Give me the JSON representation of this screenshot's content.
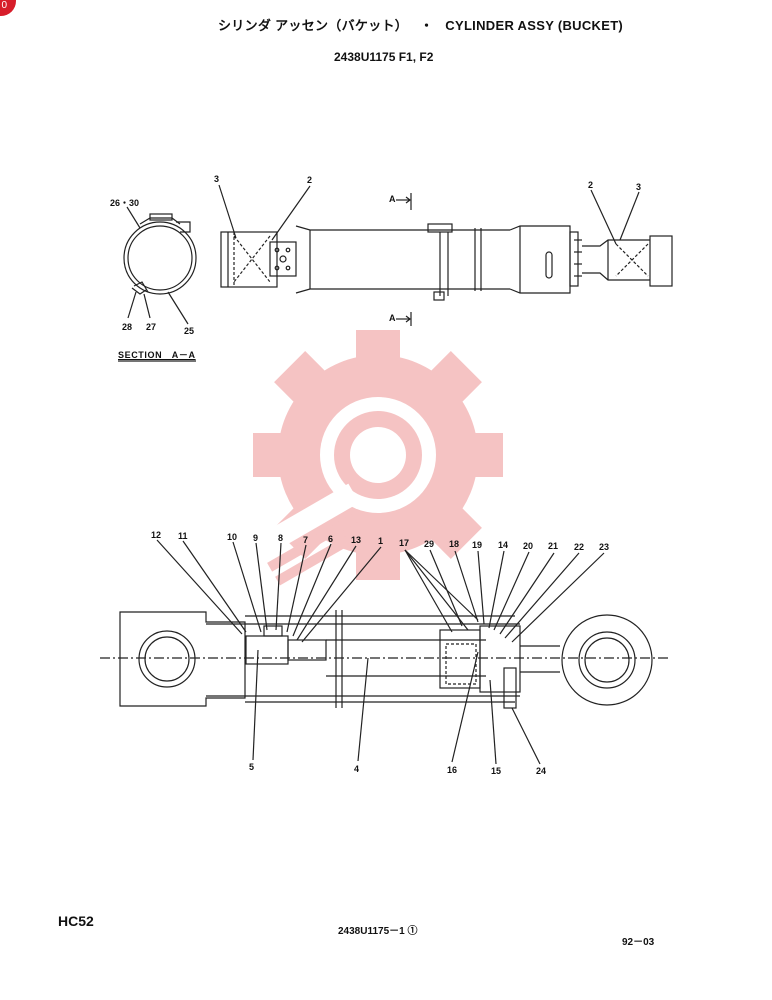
{
  "header": {
    "title_jp": "シリンダ アッセン（バケット）",
    "title_sep": "・",
    "title_en": "CYLINDER ASSY (BUCKET)",
    "part_number": "2438U1175 F1, F2"
  },
  "notification_badge": "0",
  "top_view": {
    "callouts": [
      "3",
      "2",
      "2",
      "3"
    ],
    "section_marker_top": "A",
    "section_marker_bottom": "A"
  },
  "section_view": {
    "title": "SECTION　A－A",
    "callouts": [
      "26・30",
      "28",
      "27",
      "25"
    ]
  },
  "main_view": {
    "callouts_top": [
      "12",
      "11",
      "10",
      "9",
      "8",
      "7",
      "6",
      "13",
      "1",
      "17",
      "29",
      "18",
      "19",
      "14",
      "20",
      "21",
      "22",
      "23"
    ],
    "callouts_bottom": [
      "5",
      "4",
      "16",
      "15",
      "24"
    ]
  },
  "footer": {
    "model": "HC52",
    "drawing_number": "2438U1175－1 ①",
    "date_code": "92－03"
  },
  "colors": {
    "line": "#222222",
    "watermark": "#f4b9b9",
    "badge": "#d71d2a"
  }
}
